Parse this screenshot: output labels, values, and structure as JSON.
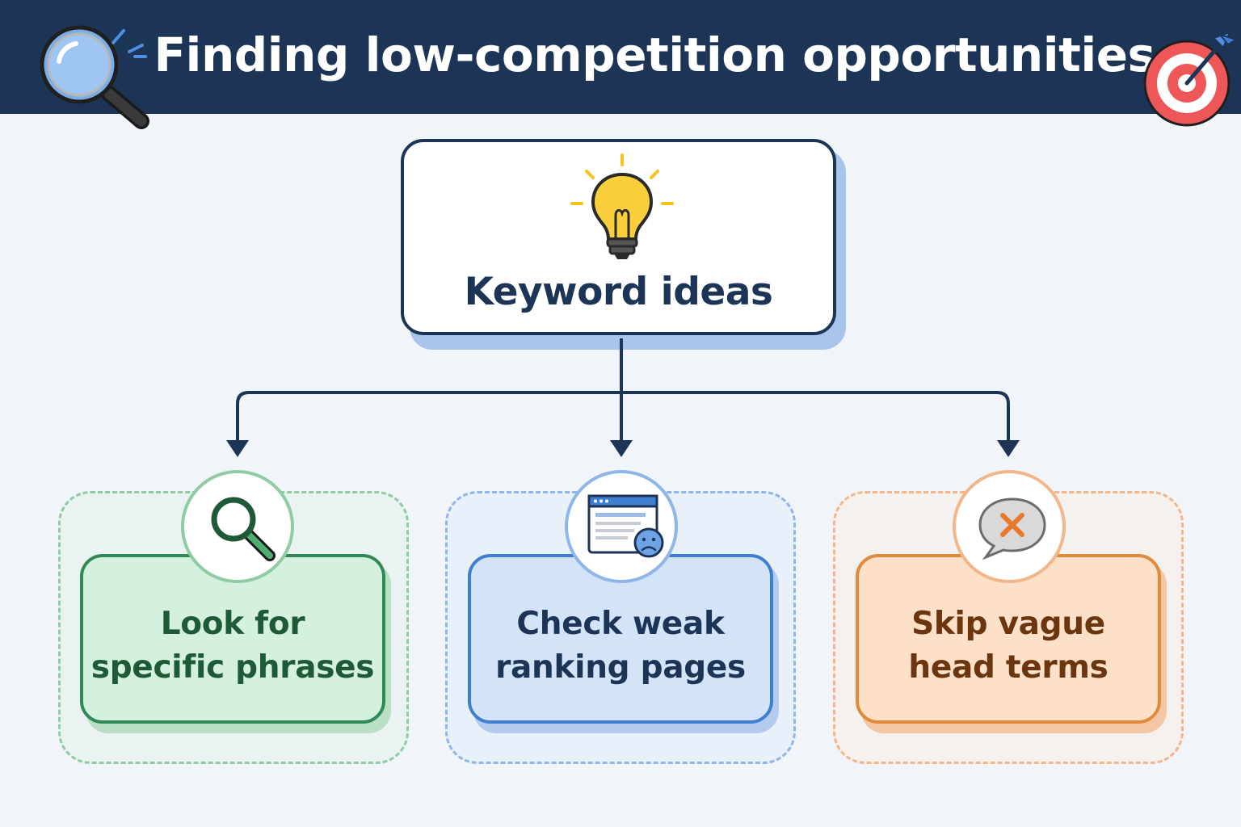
{
  "header": {
    "title": "Finding low-competition opportunities",
    "left_icon": "magnifying-glass-icon",
    "right_icon": "target-arrow-icon",
    "background": "#1c3556"
  },
  "root": {
    "label": "Keyword ideas",
    "icon": "lightbulb-icon"
  },
  "branches": [
    {
      "line1": "Look for",
      "line2": "specific phrases",
      "icon": "magnifier-icon",
      "accent": "#2f8a57",
      "text_color": "#1e5a37",
      "fill": "#d4f0de"
    },
    {
      "line1": "Check weak",
      "line2": "ranking pages",
      "icon": "browser-sad-face-icon",
      "accent": "#3f7fd0",
      "text_color": "#1c3556",
      "fill": "#d4e4f8"
    },
    {
      "line1": "Skip vague",
      "line2": "head terms",
      "icon": "speech-bubble-x-icon",
      "accent": "#e08a3c",
      "text_color": "#6b3510",
      "fill": "#fde0c8"
    }
  ]
}
